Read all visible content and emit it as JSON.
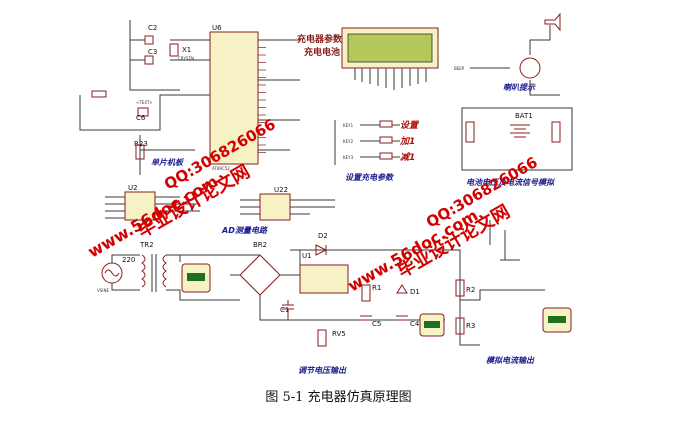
{
  "caption": "图 5-1 充电器仿真原理图",
  "lcd": {
    "lines": [
      "充电器参数",
      "充电电池"
    ]
  },
  "mcu": {
    "ref": "U6",
    "part": "AT89C52"
  },
  "blocks": {
    "mcu": "单片机板",
    "settings": "设置充电参数",
    "buzzer": "喇叭提示",
    "battery_sim": "电池电压及电流信号模拟",
    "ad": "AD测量电路",
    "voltage_adj": "调节电压输出",
    "current_sim": "模拟电流输出"
  },
  "keys": [
    {
      "id": "KEY1",
      "label": "设置"
    },
    {
      "id": "KEY2",
      "label": "加1"
    },
    {
      "id": "KEY3",
      "label": "减1"
    }
  ],
  "components": {
    "c2": "C2",
    "c3": "C3",
    "x1": "X1",
    "crystal": "CRYSTAL",
    "c6": "C6",
    "r23": "R23",
    "u2": "U2",
    "u22": "U22",
    "tr2": "TR2",
    "br2": "BR2",
    "u1": "U1",
    "d2": "D2",
    "c1": "C1",
    "rv5": "RV5",
    "c5": "C5",
    "c4": "C4",
    "r1": "R1",
    "d1": "D1",
    "r2": "R2",
    "r3": "R3",
    "bat1": "BAT1",
    "beep": "BEEP",
    "vsine": "VSINE",
    "src_val": "220",
    "text": "<TEXT>"
  },
  "watermarks": [
    "毕业设计论文网",
    "QQ:306826066",
    "www.56doc.com"
  ],
  "colors": {
    "wire": "#3a3a3a",
    "component": "#8a1c1c",
    "fill": "#f6f2c6",
    "lcd": "#b5c95a",
    "label": "#1a1a8c",
    "watermark": "#d40000"
  }
}
